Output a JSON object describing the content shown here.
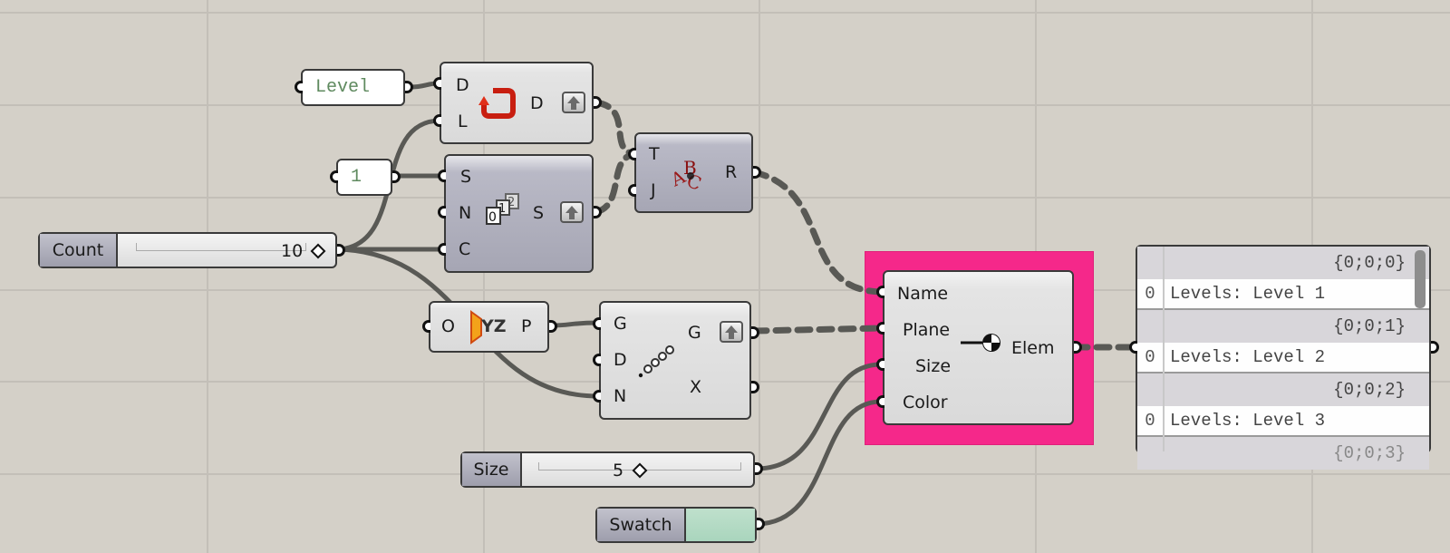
{
  "canvas": {
    "background": "#d4d0c8",
    "grid_color": "#c3bfb8",
    "grid_h": [
      14,
      116,
      218,
      320,
      421,
      523
    ],
    "grid_v": [
      229,
      534,
      838,
      1143,
      1448
    ]
  },
  "panels": {
    "level_text": "Level",
    "one_text": "1"
  },
  "components": {
    "concatenate": {
      "inputs": [
        "D",
        "L"
      ],
      "output": "D",
      "icon": "loop-arrow-icon"
    },
    "series": {
      "inputs": [
        "S",
        "N",
        "C"
      ],
      "output": "S",
      "icon": "series-icon"
    },
    "join_text": {
      "inputs": [
        "T",
        "J"
      ],
      "output": "R",
      "icon": "text-join-icon"
    },
    "xyz_plane": {
      "input": "O",
      "output": "P",
      "icon_label": "YZ",
      "icon": "yz-plane-icon"
    },
    "divide": {
      "inputs": [
        "G",
        "D",
        "N"
      ],
      "outputs": [
        "G",
        "X"
      ],
      "icon": "divide-points-icon"
    },
    "element": {
      "inputs": [
        "Name",
        "Plane",
        "Size",
        "Color"
      ],
      "output": "Elem",
      "icon": "target-element-icon",
      "group_color": "#f5288a"
    }
  },
  "sliders": {
    "count": {
      "label": "Count",
      "value": "10"
    },
    "size": {
      "label": "Size",
      "value": "5"
    }
  },
  "swatch": {
    "label": "Swatch",
    "color": "#a9d5bd"
  },
  "data_panel": {
    "branches": [
      {
        "path": "{0;0;0}",
        "index": "0",
        "value": "Levels: Level 1"
      },
      {
        "path": "{0;0;1}",
        "index": "0",
        "value": "Levels: Level 2"
      },
      {
        "path": "{0;0;2}",
        "index": "0",
        "value": "Levels: Level 3"
      },
      {
        "path": "{0;0;3}",
        "index": "",
        "value": ""
      }
    ]
  }
}
